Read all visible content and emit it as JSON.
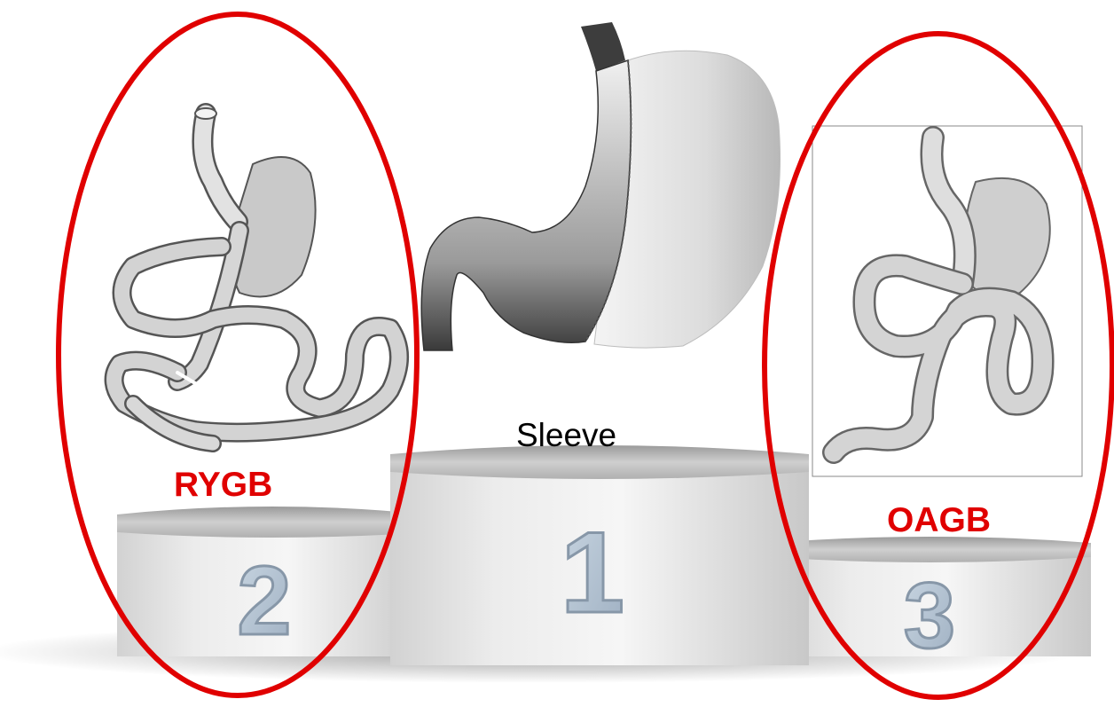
{
  "labels": {
    "first": "Sleeve",
    "second": "RYGB",
    "third": "OAGB"
  },
  "podium": {
    "first_place": "1",
    "second_place": "2",
    "third_place": "3"
  },
  "colors": {
    "highlight": "#e00000",
    "label_primary": "#000000",
    "label_highlight": "#e00000"
  },
  "icons": [
    "sleeve-stomach-icon",
    "rygb-bypass-icon",
    "oagb-bypass-icon",
    "podium-icon"
  ]
}
